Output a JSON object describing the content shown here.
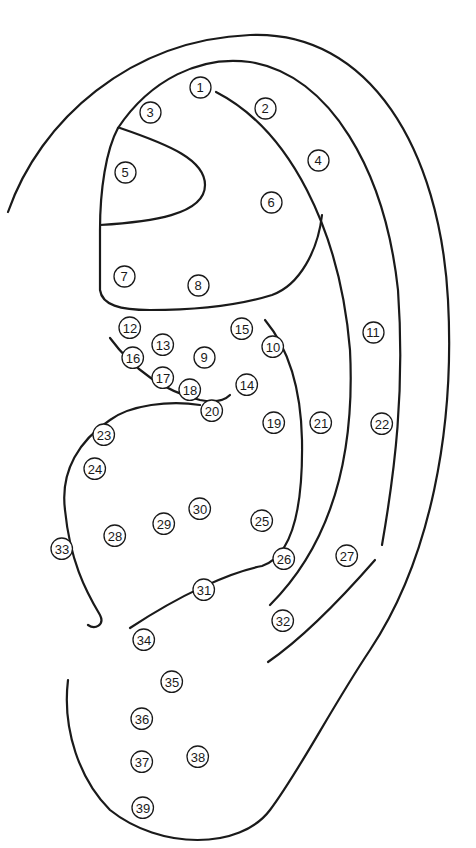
{
  "diagram": {
    "nodes": [
      {
        "text": [
          "1"
        ]
      },
      {
        "text": [
          "2"
        ]
      },
      {
        "text": [
          "3"
        ]
      },
      {
        "text": [
          "4"
        ]
      },
      {
        "text": [
          "5"
        ]
      },
      {
        "text": [
          "6"
        ]
      },
      {
        "text": [
          "7"
        ]
      },
      {
        "text": [
          "8"
        ]
      },
      {
        "text": [
          "9"
        ]
      },
      {
        "text": [
          "10"
        ]
      },
      {
        "text": [
          "11"
        ]
      },
      {
        "text": [
          "12"
        ]
      },
      {
        "text": [
          "13"
        ]
      },
      {
        "text": [
          "14"
        ]
      },
      {
        "text": [
          "15"
        ]
      },
      {
        "text": [
          "16"
        ]
      },
      {
        "text": [
          "17"
        ]
      },
      {
        "text": [
          "18"
        ]
      },
      {
        "text": [
          "19"
        ]
      },
      {
        "text": [
          "20"
        ]
      },
      {
        "text": [
          "21"
        ]
      },
      {
        "text": [
          "22"
        ]
      },
      {
        "text": [
          "23"
        ]
      },
      {
        "text": [
          "24"
        ]
      },
      {
        "text": [
          "25"
        ]
      },
      {
        "text": [
          "26"
        ]
      },
      {
        "text": [
          "27"
        ]
      },
      {
        "text": [
          "28"
        ]
      },
      {
        "text": [
          "29"
        ]
      },
      {
        "text": [
          "30"
        ]
      },
      {
        "text": [
          "31"
        ]
      },
      {
        "text": [
          "32"
        ]
      },
      {
        "text": [
          "33"
        ]
      },
      {
        "text": [
          "34"
        ]
      },
      {
        "text": [
          "35"
        ]
      },
      {
        "text": [
          "36"
        ]
      },
      {
        "text": [
          "37"
        ]
      },
      {
        "text": [
          "38"
        ]
      },
      {
        "text": [
          "39"
        ]
      }
    ]
  }
}
